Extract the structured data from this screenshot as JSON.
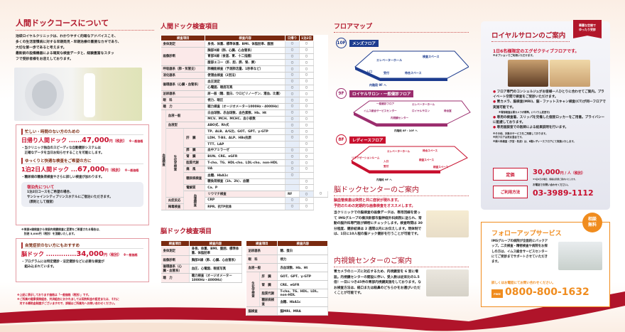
{
  "col1": {
    "title": "人間ドックコースについて",
    "intro": [
      "池袋ロイヤルクリニックは、わかりやすく的確なアドバイスこそ、",
      "多くの生活習慣病に対する早期発見・早期治療の重要なカギであり、",
      "大切な第一歩であると考えます。",
      "最新鋭の設備機器による確実な検査データと、経験豊富なスタッ",
      "フで受診者様をお迎えしております。"
    ],
    "course1": {
      "label": "忙しい・時間のない方のための",
      "name": "日帰り人間ドック",
      "price": "47,000",
      "unit": "円（税別）",
      "note": "※一般価格",
      "desc": [
        "・当クリニック独自のスピーディな自動健診システムは",
        "　正確なデータを当日お知らせすることを可能にします。"
      ]
    },
    "course2": {
      "label": "ゆっくりと快適な検査をご希望の方に",
      "name": "1泊2日人間ドック",
      "price": "67,000",
      "unit": "円（税別）",
      "note": "※一般価格",
      "desc": [
        "・糖尿病の糖負荷検査やさらに詳しい検査が加わります。"
      ]
    },
    "stay": {
      "title": "宿泊先について",
      "lines": [
        "1泊2日コースをご希望の場合、",
        "サンシャインシティプリンスホテルにご宿泊いただきます。",
        "（原則として個室）"
      ]
    },
    "stomach_note": [
      "※胃部X線検査から胃部内視鏡検査に変更をご希望される場合は、",
      "　別途 5,000円（税別）を頂戴いたします。"
    ],
    "course3": {
      "label": "自覚症状のない方にもおすすめ",
      "name": "脳ドック",
      "price": "34,000",
      "unit": "円（税別）",
      "note": "※一般価格",
      "desc": [
        "・プログラムには特定健診・法定健診などに必要な検査が",
        "　組み込まれています。"
      ]
    },
    "footnotes": [
      "※上記に表示しております価格は「一般価格（税別）」です。",
      "※ご所属の健康保険組合、共済組合におかれましては契約料金の設定または、それに",
      "　対する補助金制度がございますので、詳細はご所属先へお問い合わせください。"
    ]
  },
  "exam": {
    "title": "人間ドック検査項目",
    "headers": [
      "検査項目",
      "検査内容",
      "日帰り",
      "1泊2日"
    ],
    "rows": [
      {
        "lv": 0,
        "cat": "身体測定",
        "span": 1,
        "c": "身長、体重、標準体重、BMI、体脂肪率、腹囲",
        "d": "○",
        "s": "○"
      },
      {
        "lv": 0,
        "cat": "画像診断",
        "span": 3,
        "c": "胸部X線（肺、心臓、心血管系）",
        "d": "○",
        "s": "○"
      },
      {
        "lv": 0,
        "c": "胃部X線（食道、胃、十二指腸）",
        "d": "○",
        "s": "○"
      },
      {
        "lv": 0,
        "c": "腹部エコー（肝、胆、膵、腎、脾）",
        "d": "○",
        "s": "○"
      },
      {
        "lv": 0,
        "cat": "呼吸器系（肺・気管支）",
        "span": 1,
        "c": "肺機能検査（予測肺活量、1秒率など）",
        "d": "○",
        "s": "○"
      },
      {
        "lv": 0,
        "cat": "消化器系",
        "span": 1,
        "c": "便潜血検査（2回法）",
        "d": "○",
        "s": "○"
      },
      {
        "lv": 0,
        "cat": "循環器系（心臓・血管系）",
        "span": 2,
        "c": "血圧測定",
        "d": "○",
        "s": "○"
      },
      {
        "lv": 0,
        "c": "心電図、眼底写真",
        "d": "○",
        "s": "○"
      },
      {
        "lv": 0,
        "cat": "泌尿器系",
        "span": 1,
        "c": "尿一般（糖、蛋白、ウロビリノーゲン、潜血、比重）",
        "d": "○",
        "s": "○"
      },
      {
        "lv": 0,
        "cat": "眼　科",
        "span": 1,
        "c": "視力、眼圧",
        "d": "○",
        "s": "○"
      },
      {
        "lv": 0,
        "cat": "聴　力",
        "span": 1,
        "c": "聴力検査（オージオメーター1000Hz・4000Hz）",
        "d": "○",
        "s": "○"
      },
      {
        "lv": 1,
        "grp": "血液検査",
        "gspan": 18,
        "cat": "血液一般",
        "span": 2,
        "c": "白血球数、赤血球数、血色素数、Hb、Ht",
        "d": "○",
        "s": "○"
      },
      {
        "lv": 1,
        "c": "MCV、MCH、MCHC、血小板数",
        "d": "○",
        "s": "○"
      },
      {
        "lv": 1,
        "cat": "血液型",
        "span": 1,
        "c": "ABO式、Rh式",
        "d": "○",
        "s": "○"
      },
      {
        "lv": 2,
        "sub": "生化学検査",
        "sspan": 11,
        "cat": "肝　臓",
        "span": 3,
        "c": "TP、ALB、A/G比、GOT、GPT、γ-GTP",
        "d": "○",
        "s": "○"
      },
      {
        "lv": 2,
        "c": "LDH、T-Bil、ALP、HBs抗原",
        "d": "○",
        "s": "○"
      },
      {
        "lv": 2,
        "c": "TTT、LAP",
        "d": "",
        "s": "○"
      },
      {
        "lv": 2,
        "cat": "膵　臓",
        "span": 1,
        "c": "血中アミラーゼ",
        "d": "○",
        "s": "○"
      },
      {
        "lv": 2,
        "cat": "腎　臓",
        "span": 1,
        "c": "BUN、CRE、eGFR",
        "d": "○",
        "s": "○"
      },
      {
        "lv": 2,
        "cat": "脂質代謝",
        "span": 1,
        "c": "T-cho、TG、HDL-cho、LDL-cho、non-HDL",
        "d": "○",
        "s": "○"
      },
      {
        "lv": 2,
        "cat": "痛　風",
        "span": 1,
        "c": "UA",
        "d": "○",
        "s": "○"
      },
      {
        "lv": 2,
        "cat": "糖尿病検査",
        "span": 2,
        "c": "血糖、HbA1c",
        "d": "○",
        "s": ""
      },
      {
        "lv": 2,
        "c": "糖負荷検査（1h、2h）、血糖",
        "d": "",
        "s": "○"
      },
      {
        "lv": 2,
        "cat": "電解質",
        "span": 1,
        "c": "Ca、P",
        "d": "",
        "s": "○"
      },
      {
        "lv": 2,
        "sub": "血清検査",
        "sspan": 3,
        "cat": "リウマチ検査",
        "span": 1,
        "c": "RF",
        "d": "○",
        "s": "○"
      },
      {
        "lv": 2,
        "cat": "炎症反応",
        "span": 1,
        "c": "CRP",
        "d": "○",
        "s": "○"
      },
      {
        "lv": 2,
        "cat": "梅毒検査",
        "span": 1,
        "c": "RPR、抗TP抗体",
        "d": "○",
        "s": "○"
      }
    ]
  },
  "brain_exam": {
    "title": "脳ドック検査項目",
    "headers": [
      "検査項目",
      "検査内容"
    ],
    "left": [
      {
        "lv": 0,
        "cat": "身体測定",
        "span": 1,
        "c": "身長、体重、BMI、腹囲、標準体重、体脂肪率"
      },
      {
        "lv": 0,
        "cat": "画像診断",
        "span": 1,
        "c": "胸部X線（肺、心臓、心血管系）"
      },
      {
        "lv": 0,
        "cat": "循環器系（心臓・血管系）",
        "span": 1,
        "c": "血圧、心電図、眼底写真"
      },
      {
        "lv": 0,
        "cat": "聴　力",
        "span": 1,
        "c": "聴力検査（オージオメーター1000Hz・4000Hz）"
      }
    ],
    "right": [
      {
        "lv": 0,
        "cat": "泌尿器系",
        "span": 1,
        "c": "糖、蛋白"
      },
      {
        "lv": 0,
        "cat": "眼　科",
        "span": 1,
        "c": "視力"
      },
      {
        "lv": 0,
        "cat": "血液一般",
        "span": 1,
        "c": "赤血球数、Hb、Ht"
      },
      {
        "lv": 1,
        "grp": "生化学検査",
        "gspan": 4,
        "cat": "肝　臓",
        "span": 1,
        "c": "GOT、GPT、γ-GTP"
      },
      {
        "lv": 1,
        "cat": "腎　臓",
        "span": 1,
        "c": "CRE、eGFR"
      },
      {
        "lv": 1,
        "cat": "脂質代謝",
        "span": 1,
        "c": "T-cho、TG、HDL、LDL、non-HDL"
      },
      {
        "lv": 1,
        "cat": "糖尿病検査",
        "span": 1,
        "c": "血糖、HbA1c"
      },
      {
        "lv": 0,
        "cat": "脳検査",
        "span": 1,
        "c": "脳MRI、MRA"
      }
    ]
  },
  "floor": {
    "title": "フロアマップ",
    "f10": {
      "num": "10F",
      "name": "メンズフロア",
      "rooms": [
        "エレベーターホール",
        "待合スペース",
        "入口",
        "受付",
        "検査スペース"
      ],
      "stairs": "内階段 9F へ"
    },
    "f9": {
      "num": "9F",
      "name": "ロイヤルサロン・一般健診フロア",
      "rooms": [
        "一般健診フロア",
        "エレベーターホール",
        "イムス総合サービスセンター",
        "ロイヤルサロン",
        "内視鏡センター",
        "待合室"
      ],
      "stairs": "内階段 8F・10F へ"
    },
    "f8": {
      "num": "8F",
      "name": "レディースフロア",
      "rooms": [
        "リラクゼーションルーム",
        "エレベーターホール",
        "入口",
        "受付",
        "待合スペース",
        "検査スペース",
        "検査スペース"
      ],
      "stairs": "内階段 9F へ"
    }
  },
  "brain_center": {
    "title": "脳ドックセンターのご案内",
    "lead": [
      "脳血管疾患は突然と共に症状が現れます。",
      "予防のための定期的な画像検査をオススメします。"
    ],
    "body": "当クリニックでの脳検査の画像データは、専用回線を使って IMSグループの横浜新都市脳神経外科病院に送られ、常勤の脳外科専門医が綿密にチェックします。検査時間は 30 分程度、健診結果は 2 週間以内にお伝えします。現体制では、1日に10人程の脳ドック健診を行うことが可能です。"
  },
  "endo": {
    "title": "内視鏡センターのご案内",
    "body": "胃カメラのニーズに対応するため、内視鏡室を 6 室に増設。内視鏡センターの開設に伴い、受入数は従来比の1.5倍！一日につき45件の胃部内視鏡実施をしております。なお検査方法は、経口または経鼻のどちらかをお選びいただくことが可能です。"
  },
  "royal": {
    "tag": [
      "華麗な空間で",
      "ゆったり受診"
    ],
    "title": "ロイヤルサロンのご案内",
    "lead": "1日6名様限定のエグゼクティブフロアです。",
    "opt": "※オプションでご利用いただけます。",
    "bullets": [
      "フロア専門のコンシェルジュがお客様一人ひとりに合わせてご案内。プライベート空間で検査をご受診いただけます。",
      "胃カメラ、脳検査(MRI)、脳・ファットスキャン検査(CT)が同一フロアで実施可能です。",
      "専用の検査着、スリッパを完備した個室ロッカーをご用意。プライバシーに配慮しております。",
      "専用面談室での医師による結果説明を行います。"
    ],
    "sub_note": "※胃部検査は胃カメラが標準。(バリウム変更可)",
    "notes": [
      "※その他、多数のサービスをご用意しております。",
      "※同フロアは男女混合です。",
      "※婦人科検査（子宮・乳房）は、8階レディースフロアにて実施いたします。"
    ],
    "price_label": "定価",
    "price": "30,000",
    "price_unit": "円 / 人（税別）",
    "price_note": "※1泊2日の場合、価格は別途ご案内いたします。",
    "use_label": "ご利用方法",
    "use_note": "お電話でお問い合わせください。",
    "phone": "03-3989-1112"
  },
  "followup": {
    "badge": [
      "相談",
      "無料"
    ],
    "title": "フォローアップサービス",
    "body": "IMSグループの病院が全面的にバックアップ。二次検査・精密検査や病院をお探しの方は、イムス総合サービスセンターにてご受診までサポートさせていただきます。",
    "cta": "詳しくはお電話にてお問い合わせください。",
    "free": "FREE",
    "phone": "0800-800-1632"
  },
  "colors": {
    "red": "#c8102e",
    "maroon": "#7a2a10",
    "navy": "#1d3c8f",
    "purple": "#9b2d6e",
    "orange": "#f08c1e"
  }
}
